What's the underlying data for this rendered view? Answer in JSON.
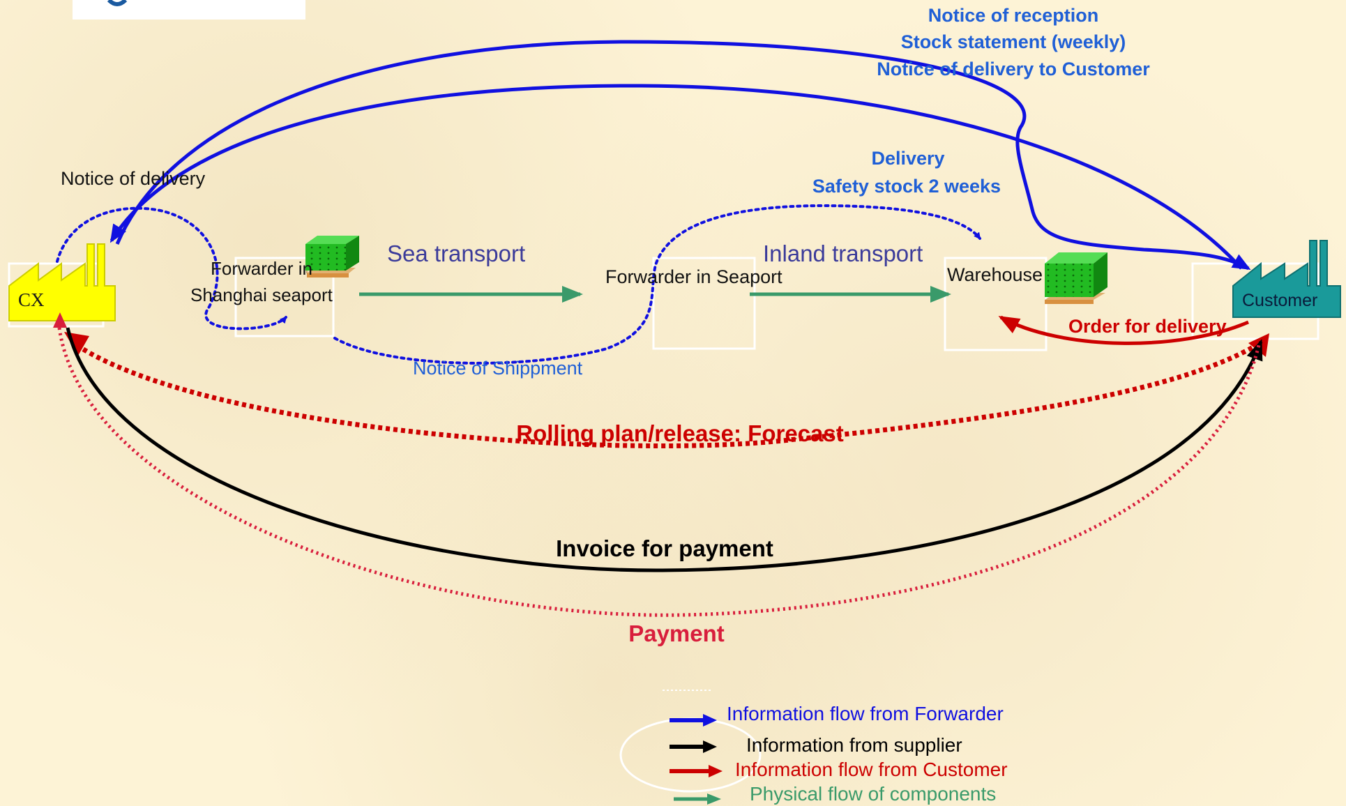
{
  "labels": {
    "notice_reception": "Notice of reception",
    "stock_statement": "Stock statement (weekly)",
    "notice_delivery_customer": "Notice of delivery to Customer",
    "delivery": "Delivery",
    "safety_stock": "Safety stock 2 weeks",
    "notice_of_delivery": "Notice of delivery",
    "sea_transport": "Sea transport",
    "inland_transport": "Inland transport",
    "notice_of_shipment": "Notice of Shippment",
    "order_for_delivery": "Order for delivery",
    "rolling_plan": "Rolling plan/release: Forecast",
    "invoice": "Invoice for payment",
    "payment": "Payment"
  },
  "nodes": {
    "cx": "CX",
    "forwarder_shanghai_line1": "Forwarder in",
    "forwarder_shanghai_line2": "Shanghai seaport",
    "forwarder_seaport": "Forwarder in Seaport",
    "warehouse": "Warehouse",
    "customer": "Customer"
  },
  "legend": {
    "items": [
      {
        "label": "Information flow from Forwarder",
        "color": "#1010e0"
      },
      {
        "label": "Information from supplier",
        "color": "#000000"
      },
      {
        "label": "Information flow from Customer",
        "color": "#cc0000"
      },
      {
        "label": "Physical flow of components",
        "color": "#3a9a6a"
      }
    ]
  },
  "colors": {
    "forwarder_info": "#1010e0",
    "forwarder_text": "#1f5fd6",
    "supplier_info": "#000000",
    "customer_info": "#cc0000",
    "payment": "#d81e3c",
    "physical": "#3a9a6a",
    "transport_text": "#3b3b9a",
    "cx_factory": "#ffff00",
    "customer_factory": "#1a9a9a",
    "pallet_green": "#22bb22"
  }
}
